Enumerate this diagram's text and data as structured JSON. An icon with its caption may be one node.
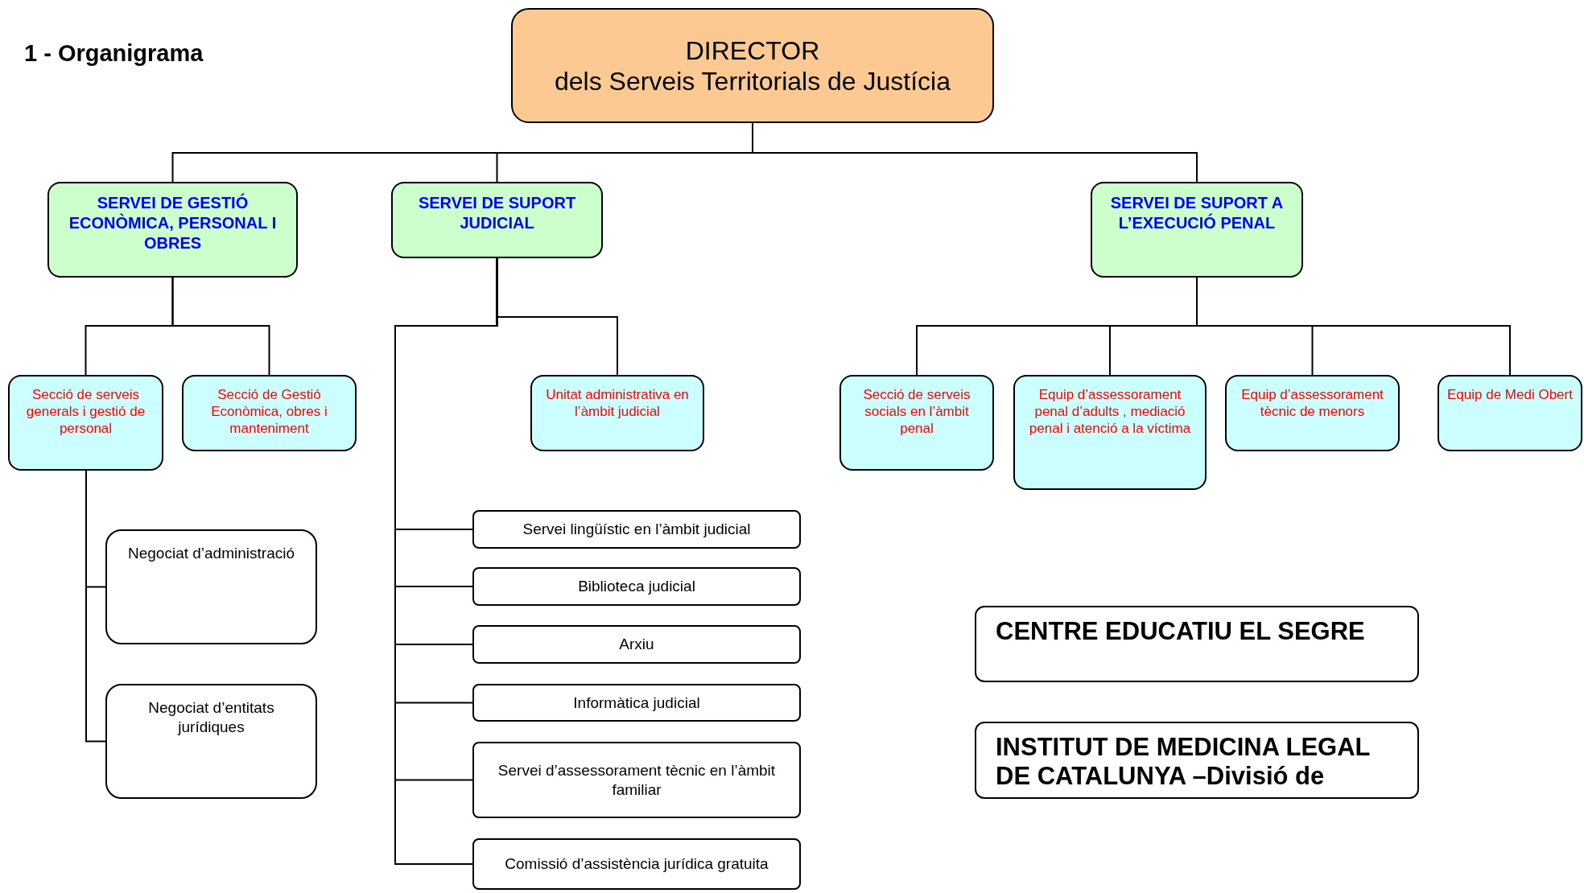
{
  "diagram": {
    "title": "1 - Organigrama",
    "nodes": [
      {
        "text": [
          "DIRECTOR",
          "dels Serveis Territorials de Justícia"
        ]
      },
      {
        "text": [
          "SERVEI DE GESTIÓ ECONÒMICA, PERSONAL I OBRES"
        ]
      },
      {
        "text": [
          "SERVEI DE SUPORT JUDICIAL"
        ]
      },
      {
        "text": [
          "SERVEI DE SUPORT A L’EXECUCIÓ PENAL"
        ]
      },
      {
        "text": [
          "Secció de serveis generals i gestió de personal"
        ]
      },
      {
        "text": [
          "Secció de Gestió Econòmica, obres i manteniment"
        ]
      },
      {
        "text": [
          "Unitat administrativa en l’àmbit judicial"
        ]
      },
      {
        "text": [
          "Secció de serveis socials en l’àmbit penal"
        ]
      },
      {
        "text": [
          "Equip d’assessorament penal d’adults , mediació penal i atenció a la víctima"
        ]
      },
      {
        "text": [
          "Equip d’assessorament tècnic de menors"
        ]
      },
      {
        "text": [
          "Equip de Medi Obert"
        ]
      },
      {
        "text": [
          "Negociat d’administració"
        ]
      },
      {
        "text": [
          "Negociat d’entitats jurídiques"
        ]
      },
      {
        "text": [
          "Servei lingüístic en l’àmbit judicial"
        ]
      },
      {
        "text": [
          "Biblioteca judicial"
        ]
      },
      {
        "text": [
          "Arxiu"
        ]
      },
      {
        "text": [
          "Informàtica judicial"
        ]
      },
      {
        "text": [
          "Servei d’assessorament tècnic en l’àmbit familiar"
        ]
      },
      {
        "text": [
          "Comissió d’assistència jurídica gratuita"
        ]
      },
      {
        "text": [
          "CENTRE EDUCATIU EL SEGRE"
        ]
      },
      {
        "text": [
          "INSTITUT DE MEDICINA LEGAL DE CATALUNYA –Divisió de"
        ]
      }
    ],
    "edges": [
      {
        "from": 0,
        "to": 1,
        "arrow": "none"
      },
      {
        "from": 0,
        "to": 2,
        "arrow": "none"
      },
      {
        "from": 0,
        "to": 3,
        "arrow": "none"
      },
      {
        "from": 1,
        "to": 4,
        "arrow": "none"
      },
      {
        "from": 1,
        "to": 5,
        "arrow": "none"
      },
      {
        "from": 2,
        "to": 6,
        "arrow": "none"
      },
      {
        "from": 3,
        "to": 7,
        "arrow": "none"
      },
      {
        "from": 3,
        "to": 8,
        "arrow": "none"
      },
      {
        "from": 3,
        "to": 9,
        "arrow": "none"
      },
      {
        "from": 3,
        "to": 10,
        "arrow": "none"
      },
      {
        "from": 4,
        "to": 11,
        "arrow": "none"
      },
      {
        "from": 4,
        "to": 12,
        "arrow": "none"
      },
      {
        "from": 2,
        "to": 13,
        "arrow": "none"
      },
      {
        "from": 2,
        "to": 14,
        "arrow": "none"
      },
      {
        "from": 2,
        "to": 15,
        "arrow": "none"
      },
      {
        "from": 2,
        "to": 16,
        "arrow": "none"
      },
      {
        "from": 2,
        "to": 17,
        "arrow": "none"
      },
      {
        "from": 2,
        "to": 18,
        "arrow": "none"
      }
    ]
  }
}
